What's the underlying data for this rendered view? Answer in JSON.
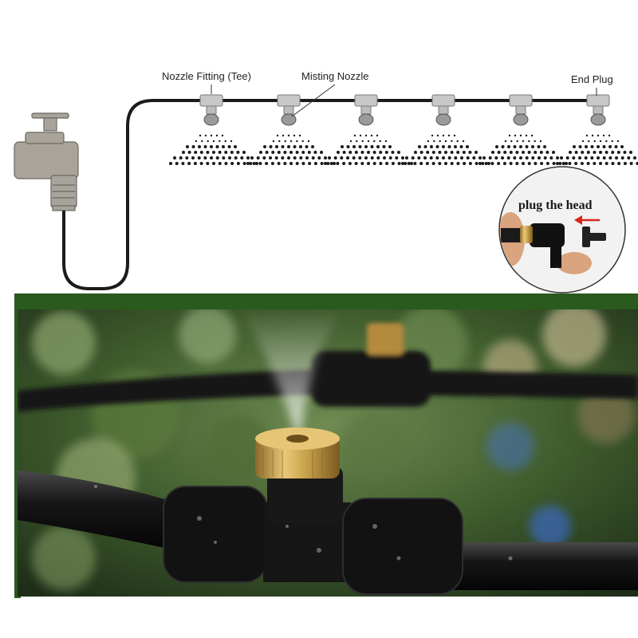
{
  "diagram": {
    "labels": {
      "nozzle_fitting": "Nozzle Fitting (Tee)",
      "misting_nozzle": "Misting Nozzle",
      "end_plug": "End Plug"
    },
    "inset": {
      "caption": "plug the head"
    },
    "nozzle_count": 6
  },
  "colors": {
    "hose": "#1b1b1b",
    "tap": "#a9a49b",
    "frame_green": "#2a5a1e",
    "arrow_red": "#d8261c",
    "brass": "#c9a24a"
  }
}
